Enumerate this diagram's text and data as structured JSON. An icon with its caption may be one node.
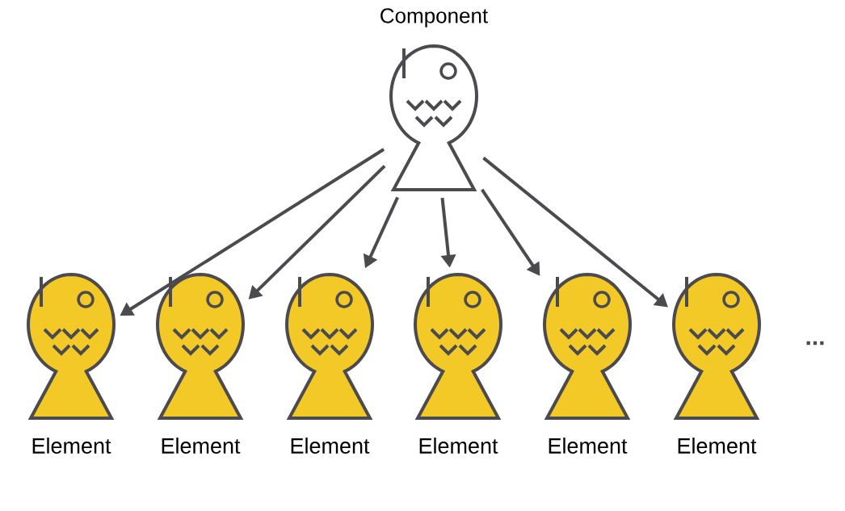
{
  "diagram": {
    "nodes": [
      {
        "text": [
          "Component"
        ]
      },
      {
        "text": [
          "Element"
        ]
      },
      {
        "text": [
          "Element"
        ]
      },
      {
        "text": [
          "Element"
        ]
      },
      {
        "text": [
          "Element"
        ]
      },
      {
        "text": [
          "Element"
        ]
      },
      {
        "text": [
          "Element"
        ]
      }
    ],
    "edges": [
      {
        "from": 0,
        "to": 1,
        "arrow": "to"
      },
      {
        "from": 0,
        "to": 2,
        "arrow": "to"
      },
      {
        "from": 0,
        "to": 3,
        "arrow": "to"
      },
      {
        "from": 0,
        "to": 4,
        "arrow": "to"
      },
      {
        "from": 0,
        "to": 5,
        "arrow": "to"
      },
      {
        "from": 0,
        "to": 6,
        "arrow": "to"
      }
    ],
    "labels": [
      "..."
    ]
  }
}
